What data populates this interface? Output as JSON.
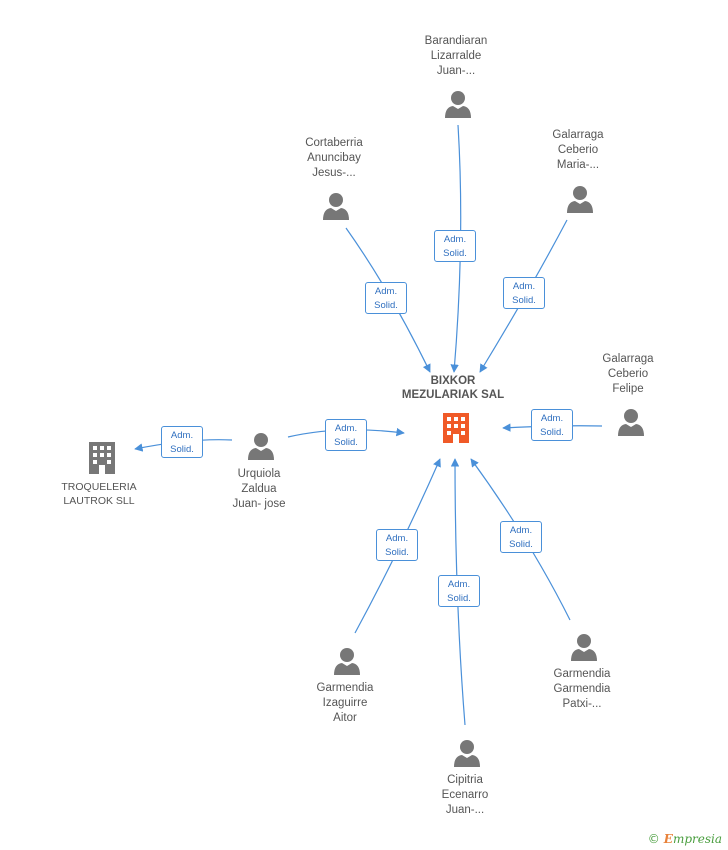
{
  "center": {
    "name_line1": "BIXKOR",
    "name_line2": "MEZULARIAK SAL",
    "icon": "building-icon",
    "color": "#f05a28"
  },
  "companies": [
    {
      "line1": "TROQUELERIA",
      "line2": "LAUTROK SLL",
      "icon": "building-icon",
      "color": "#777777"
    }
  ],
  "people": [
    {
      "id": "barandiaran",
      "lines": [
        "Barandiaran",
        "Lizarralde",
        "Juan-..."
      ]
    },
    {
      "id": "cortaberria",
      "lines": [
        "Cortaberria",
        "Anuncibay",
        "Jesus-..."
      ]
    },
    {
      "id": "galarraga-maria",
      "lines": [
        "Galarraga",
        "Ceberio",
        "Maria-..."
      ]
    },
    {
      "id": "galarraga-felipe",
      "lines": [
        "Galarraga",
        "Ceberio",
        "Felipe"
      ]
    },
    {
      "id": "urquiola",
      "lines": [
        "Urquiola",
        "Zaldua",
        "Juan- jose"
      ]
    },
    {
      "id": "garmendia-aitor",
      "lines": [
        "Garmendia",
        "Izaguirre",
        "Aitor"
      ]
    },
    {
      "id": "cipitria",
      "lines": [
        "Cipitria",
        "Ecenarro",
        "Juan-..."
      ]
    },
    {
      "id": "garmendia-patxi",
      "lines": [
        "Garmendia",
        "Garmendia",
        "Patxi-..."
      ]
    }
  ],
  "relation": {
    "line1": "Adm.",
    "line2": "Solid."
  },
  "colors": {
    "edge": "#4a90d9",
    "person": "#777777",
    "text": "#555555"
  },
  "footer": {
    "symbol": "©",
    "brand_initial": "E",
    "brand_rest": "mpresia"
  }
}
